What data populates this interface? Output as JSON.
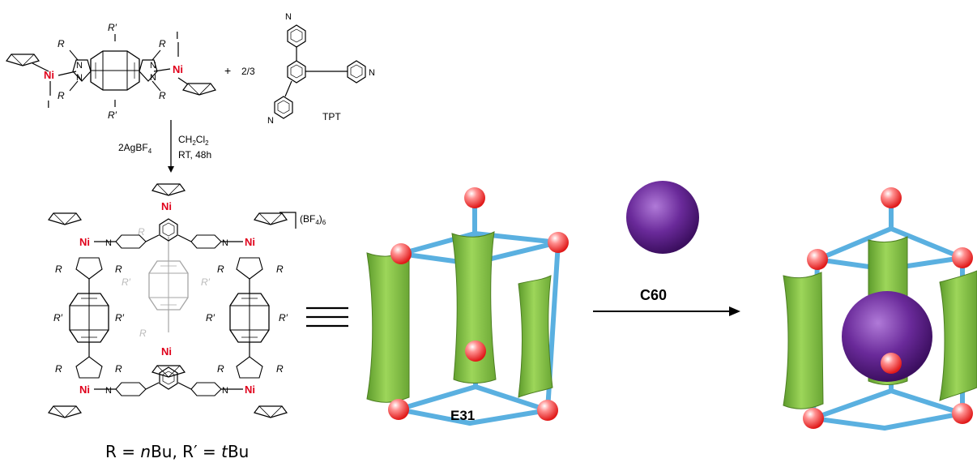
{
  "reaction": {
    "reagent_fraction": "2/3",
    "plus": "+",
    "tpt_label": "TPT",
    "reagent_left": "2AgBF",
    "reagent_left_sub": "4",
    "solvent": "CH",
    "solvent_sub1": "2",
    "solvent_mid": "Cl",
    "solvent_sub2": "2",
    "conditions": "RT, 48h",
    "metal": "Ni",
    "halide": "I",
    "substituent_r": "R",
    "substituent_r_prime": "R′",
    "nitrogen": "N",
    "counterion": "(BF",
    "counterion_sub": "4",
    "counterion_close": ")",
    "counterion_charge": "6"
  },
  "cage_label": "E31",
  "guest_label": "C60",
  "caption": {
    "r_eq": "R = ",
    "r_italic": "n",
    "r_group": "Bu, R′ = ",
    "rp_italic": "t",
    "rp_group": "Bu"
  },
  "colors": {
    "nickel": "#e0001b",
    "strut": "#5ab0e0",
    "panel": "#86c440",
    "vertex": "#ff4c4c",
    "fullerene": "#6a2a9a"
  },
  "icons": {
    "equivalence": "triple-bar-icon",
    "arrow": "reaction-arrow-icon"
  }
}
